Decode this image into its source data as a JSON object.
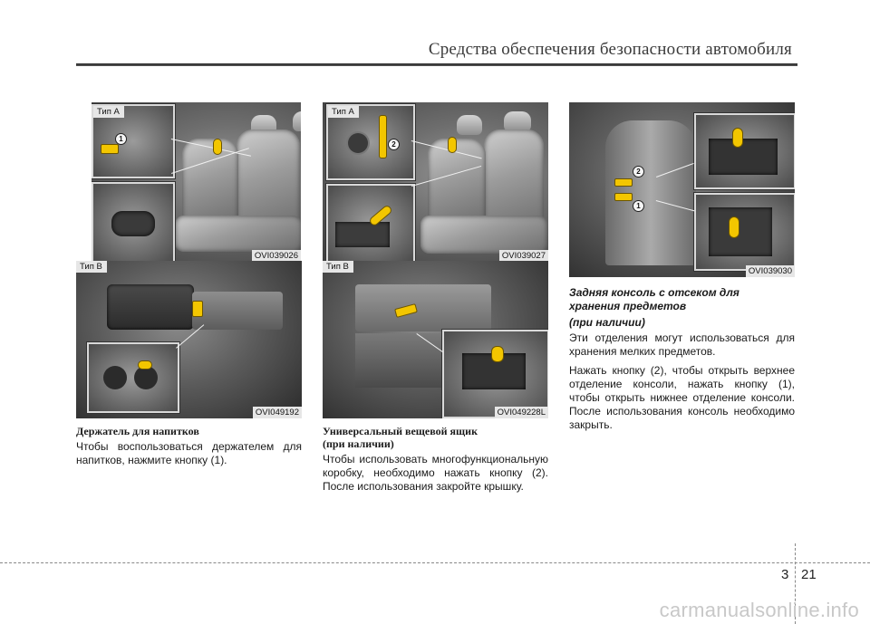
{
  "header": {
    "title": "Средства обеспечения безопасности автомобиля"
  },
  "figures": {
    "fig1": {
      "type_label": "Тип A",
      "code": "OVI039026"
    },
    "fig2": {
      "type_label": "Тип B",
      "code": "OVI049192"
    },
    "fig3": {
      "type_label": "Тип A",
      "code": "OVI039027"
    },
    "fig4": {
      "type_label": "Тип B",
      "code": "OVI049228L"
    },
    "fig5": {
      "code": "OVI039030"
    }
  },
  "callouts": {
    "one": "1",
    "two": "2"
  },
  "sections": {
    "cupholder": {
      "title": "Держатель для напитков",
      "body": "Чтобы воспользоваться держателем для напитков, нажмите кнопку (1)."
    },
    "multibox": {
      "title_line1": "Универсальный вещевой ящик",
      "title_line2": "(при наличии)",
      "body": "Чтобы использовать многофункциональную коробку, необходимо нажать кнопку (2). После использования закройте крышку."
    },
    "rear_console": {
      "title_line1": "Задняя консоль с отсеком для",
      "title_line2": "хранения предметов",
      "title_line3": "(при наличии)",
      "body1": "Эти отделения могут использоваться для хранения мелких предметов.",
      "body2": "Нажать кнопку (2), чтобы открыть верхнее отделение консоли, нажать кнопку (1), чтобы открыть нижнее отделение консоли. После использования консоль необходимо закрыть."
    }
  },
  "footer": {
    "chapter": "3",
    "page": "21",
    "watermark": "carmanualsonline.info"
  },
  "colors": {
    "arrow": "#f3c600",
    "rule": "#2a2a2a"
  }
}
